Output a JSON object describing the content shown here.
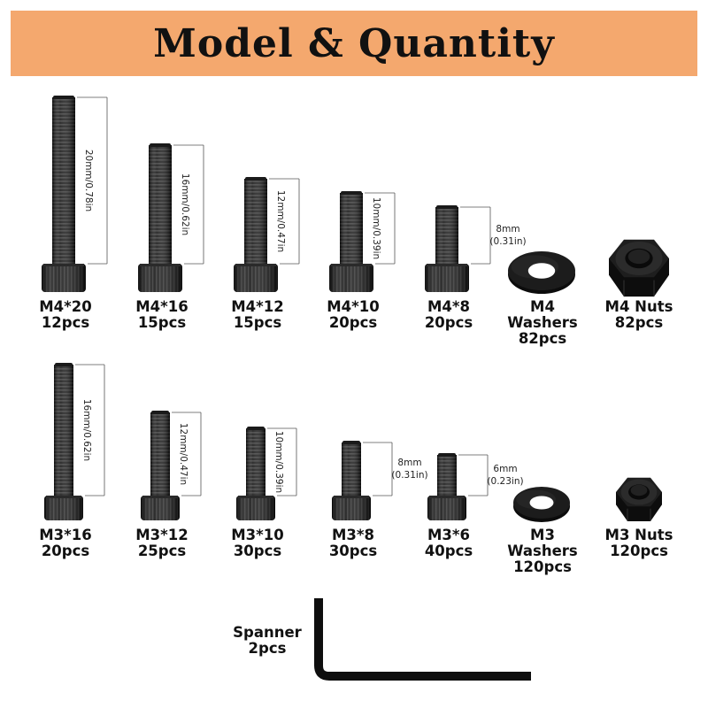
{
  "title": "Model & Quantity",
  "colors": {
    "banner": "#f4a86e",
    "metal": "#111111"
  },
  "row1": [
    {
      "model": "M4*20",
      "qty": "12pcs",
      "dimension": "20mm/0.78in"
    },
    {
      "model": "M4*16",
      "qty": "15pcs",
      "dimension": "16mm/0.62in"
    },
    {
      "model": "M4*12",
      "qty": "15pcs",
      "dimension": "12mm/0.47in"
    },
    {
      "model": "M4*10",
      "qty": "20pcs",
      "dimension": "10mm/0.39in"
    },
    {
      "model": "M4*8",
      "qty": "20pcs",
      "dimension_a": "8mm",
      "dimension_b": "(0.31in)"
    },
    {
      "line1": "M4",
      "line2": "Washers",
      "qty": "82pcs"
    },
    {
      "model": "M4 Nuts",
      "qty": "82pcs"
    }
  ],
  "row2": [
    {
      "model": "M3*16",
      "qty": "20pcs",
      "dimension": "16mm/0.62in"
    },
    {
      "model": "M3*12",
      "qty": "25pcs",
      "dimension": "12mm/0.47in"
    },
    {
      "model": "M3*10",
      "qty": "30pcs",
      "dimension": "10mm/0.39in"
    },
    {
      "model": "M3*8",
      "qty": "30pcs",
      "dimension_a": "8mm",
      "dimension_b": "(0.31in)"
    },
    {
      "model": "M3*6",
      "qty": "40pcs",
      "dimension_a": "6mm",
      "dimension_b": "(0.23in)"
    },
    {
      "line1": "M3",
      "line2": "Washers",
      "qty": "120pcs"
    },
    {
      "model": "M3 Nuts",
      "qty": "120pcs"
    }
  ],
  "spanner": {
    "label": "Spanner",
    "qty": "2pcs"
  }
}
